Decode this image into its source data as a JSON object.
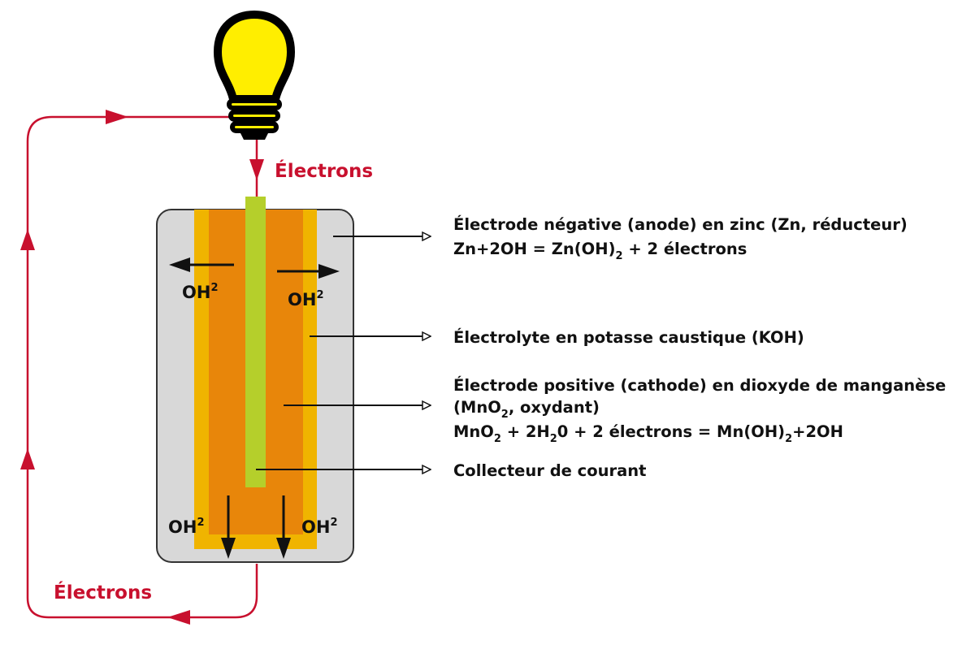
{
  "colors": {
    "circuit": "#c8102e",
    "casing": "#d8d8d8",
    "electrolyte": "#f0b400",
    "cathode": "#e8860a",
    "collector": "#b5cf2b",
    "bulb": "#ffee00"
  },
  "circuit_labels": {
    "top": "Électrons",
    "bottom": "Électrons"
  },
  "ions": {
    "upper_left": {
      "base": "OH",
      "sup": "2"
    },
    "upper_right": {
      "base": "OH",
      "sup": "2"
    },
    "lower_left": {
      "base": "OH",
      "sup": "2"
    },
    "lower_right": {
      "base": "OH",
      "sup": "2"
    }
  },
  "annotations": {
    "anode": {
      "line1": "Électrode négative (anode) en zinc (Zn, réducteur)",
      "line2_a": "Zn+2OH = Zn(OH)",
      "line2_sub": "2",
      "line2_b": " + 2 électrons"
    },
    "electrolyte": {
      "line1": "Électrolyte en potasse caustique (KOH)"
    },
    "cathode": {
      "line1": "Électrode positive (cathode) en dioxyde de manganèse",
      "line2_a": "(MnO",
      "line2_sub": "2",
      "line2_b": ", oxydant)",
      "line3_a": "MnO",
      "line3_sub1": "2",
      "line3_b": " + 2H",
      "line3_sub2": "2",
      "line3_c": "0 + 2 électrons = Mn(OH)",
      "line3_sub3": "2",
      "line3_d": "+2OH"
    },
    "collector": {
      "line1": "Collecteur de courant"
    }
  }
}
